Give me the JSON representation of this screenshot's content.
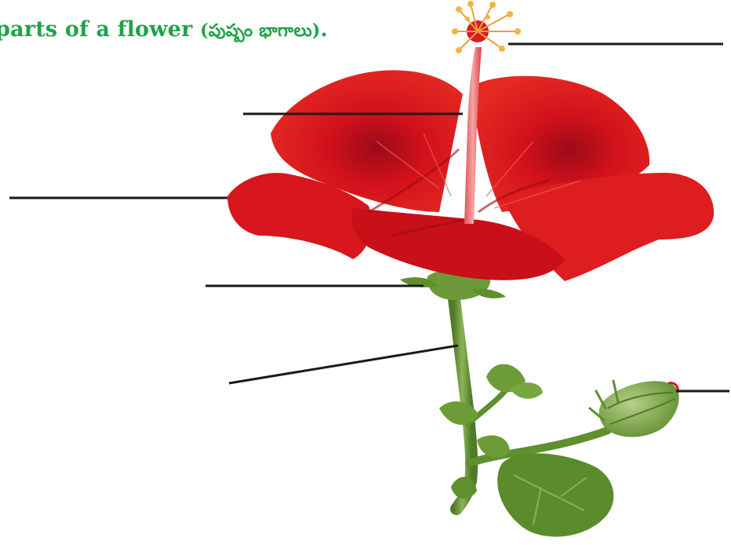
{
  "title": {
    "main": "parts of a flower ",
    "telugu": "(పుష్పం భాగాలు)",
    "end": "."
  },
  "colors": {
    "title": "#22a24a",
    "petal": "#d9141b",
    "petal_dark": "#a80d14",
    "stem": "#6c9a3a",
    "leaf": "#5f8f2e",
    "pollen": "#f0a43a",
    "label_line": "#1a1a1a"
  },
  "labels": [
    {
      "name": "stigma-label-line",
      "text": ""
    },
    {
      "name": "style-label-line",
      "text": ""
    },
    {
      "name": "petal-label-line",
      "text": ""
    },
    {
      "name": "sepal-label-line",
      "text": ""
    },
    {
      "name": "stalk-label-line",
      "text": ""
    },
    {
      "name": "bud-label-line",
      "text": ""
    }
  ]
}
